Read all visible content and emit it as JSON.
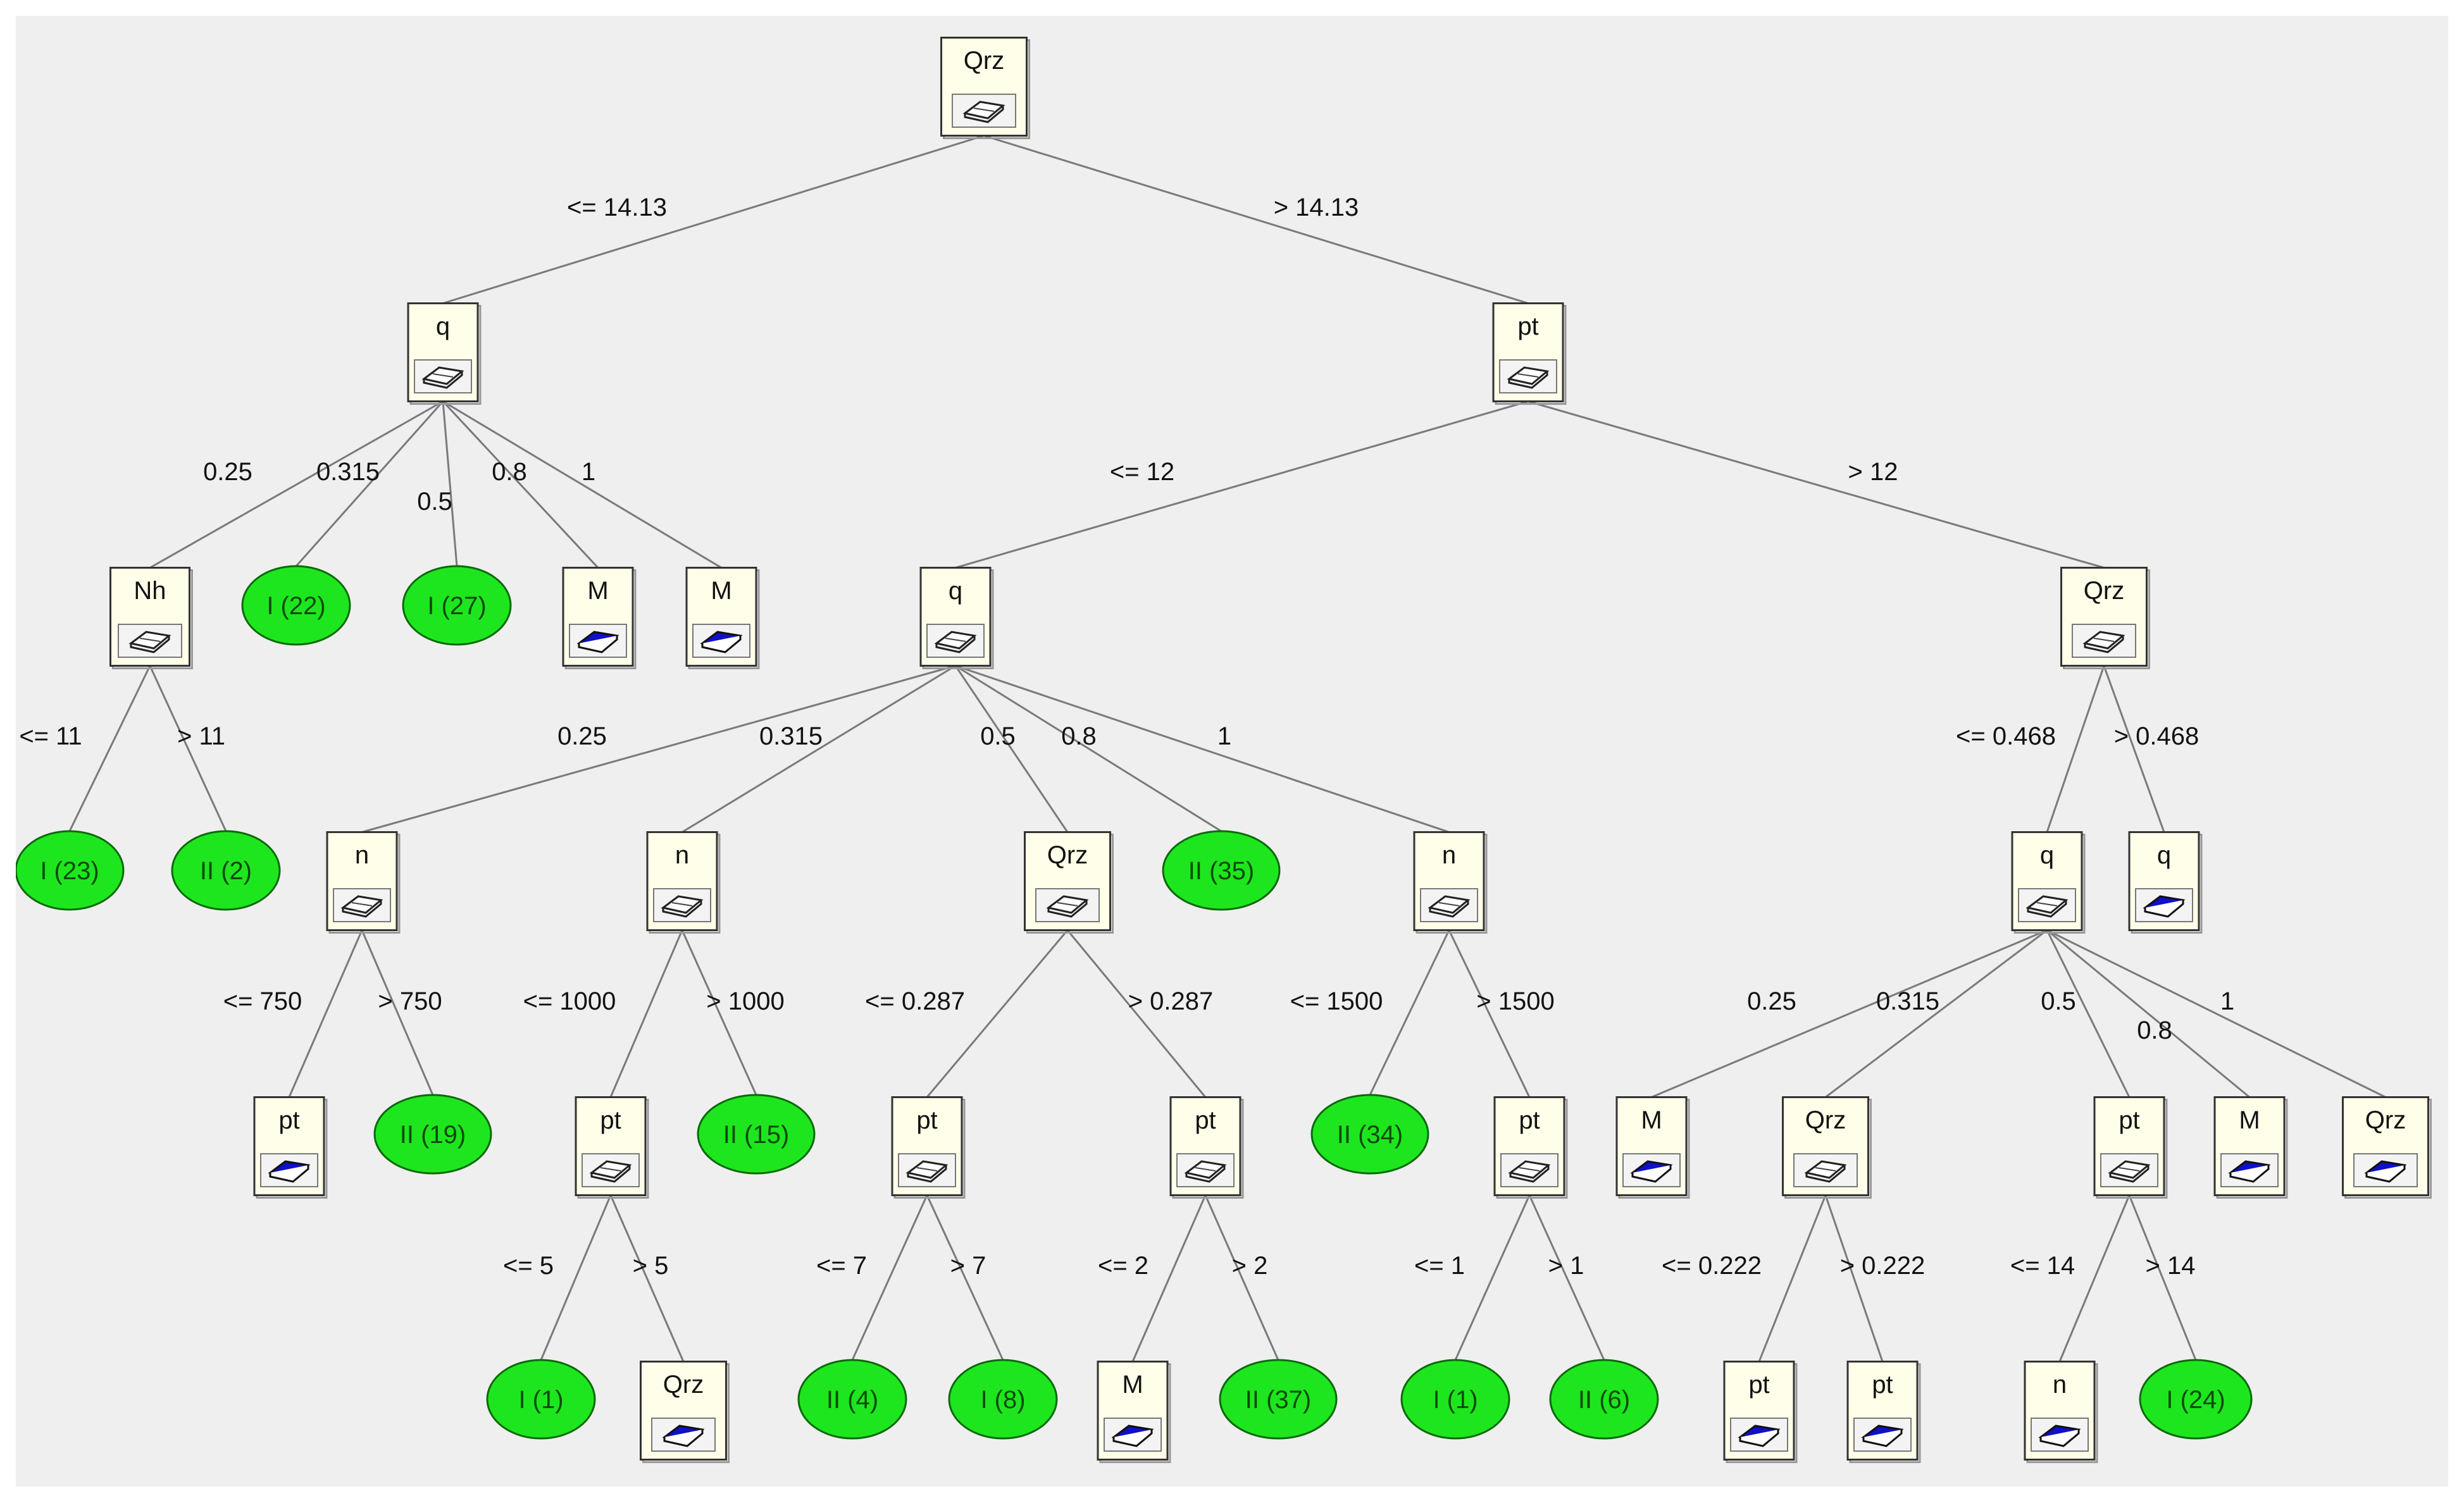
{
  "nodes": [
    {
      "id": "n0",
      "type": "split",
      "label": "Qrz",
      "icon": "open-book-icon"
    },
    {
      "id": "n1",
      "type": "split",
      "label": "q",
      "icon": "open-book-icon"
    },
    {
      "id": "n2",
      "type": "split",
      "label": "pt",
      "icon": "open-book-icon"
    },
    {
      "id": "n3",
      "type": "split",
      "label": "Nh",
      "icon": "open-book-icon"
    },
    {
      "id": "n4",
      "type": "leaf",
      "label": "I (22)"
    },
    {
      "id": "n5",
      "type": "leaf",
      "label": "I (27)"
    },
    {
      "id": "n6",
      "type": "split",
      "label": "M",
      "icon": "blue-book-icon"
    },
    {
      "id": "n7",
      "type": "split",
      "label": "M",
      "icon": "blue-book-icon"
    },
    {
      "id": "n8",
      "type": "split",
      "label": "q",
      "icon": "open-book-icon"
    },
    {
      "id": "n9",
      "type": "split",
      "label": "Qrz",
      "icon": "open-book-icon"
    },
    {
      "id": "n10",
      "type": "leaf",
      "label": "I (23)"
    },
    {
      "id": "n11",
      "type": "leaf",
      "label": "II (2)"
    },
    {
      "id": "n12",
      "type": "split",
      "label": "n",
      "icon": "open-book-icon"
    },
    {
      "id": "n13",
      "type": "split",
      "label": "n",
      "icon": "open-book-icon"
    },
    {
      "id": "n14",
      "type": "split",
      "label": "Qrz",
      "icon": "open-book-icon"
    },
    {
      "id": "n15",
      "type": "leaf",
      "label": "II (35)"
    },
    {
      "id": "n16",
      "type": "split",
      "label": "n",
      "icon": "open-book-icon"
    },
    {
      "id": "n17",
      "type": "split",
      "label": "q",
      "icon": "open-book-icon"
    },
    {
      "id": "n18",
      "type": "split",
      "label": "q",
      "icon": "blue-book-icon"
    },
    {
      "id": "n19",
      "type": "split",
      "label": "pt",
      "icon": "blue-book-icon"
    },
    {
      "id": "n20",
      "type": "leaf",
      "label": "II (19)"
    },
    {
      "id": "n21",
      "type": "split",
      "label": "pt",
      "icon": "open-book-icon"
    },
    {
      "id": "n22",
      "type": "leaf",
      "label": "II (15)"
    },
    {
      "id": "n23",
      "type": "split",
      "label": "pt",
      "icon": "open-book-icon"
    },
    {
      "id": "n24",
      "type": "split",
      "label": "pt",
      "icon": "open-book-icon"
    },
    {
      "id": "n25",
      "type": "leaf",
      "label": "II (34)"
    },
    {
      "id": "n26",
      "type": "split",
      "label": "pt",
      "icon": "open-book-icon"
    },
    {
      "id": "n27",
      "type": "split",
      "label": "M",
      "icon": "blue-book-icon"
    },
    {
      "id": "n28",
      "type": "split",
      "label": "Qrz",
      "icon": "open-book-icon"
    },
    {
      "id": "n29",
      "type": "split",
      "label": "pt",
      "icon": "open-book-icon"
    },
    {
      "id": "n30",
      "type": "split",
      "label": "M",
      "icon": "blue-book-icon"
    },
    {
      "id": "n31",
      "type": "split",
      "label": "Qrz",
      "icon": "blue-book-icon"
    },
    {
      "id": "n32",
      "type": "leaf",
      "label": "I (1)"
    },
    {
      "id": "n33",
      "type": "split",
      "label": "Qrz",
      "icon": "blue-book-icon"
    },
    {
      "id": "n34",
      "type": "leaf",
      "label": "II (4)"
    },
    {
      "id": "n35",
      "type": "leaf",
      "label": "I (8)"
    },
    {
      "id": "n36",
      "type": "split",
      "label": "M",
      "icon": "blue-book-icon"
    },
    {
      "id": "n37",
      "type": "leaf",
      "label": "II (37)"
    },
    {
      "id": "n38",
      "type": "leaf",
      "label": "I (1)"
    },
    {
      "id": "n39",
      "type": "leaf",
      "label": "II (6)"
    },
    {
      "id": "n40",
      "type": "split",
      "label": "pt",
      "icon": "blue-book-icon"
    },
    {
      "id": "n41",
      "type": "split",
      "label": "pt",
      "icon": "blue-book-icon"
    },
    {
      "id": "n42",
      "type": "split",
      "label": "n",
      "icon": "blue-book-icon"
    },
    {
      "id": "n43",
      "type": "leaf",
      "label": "I (24)"
    }
  ],
  "edges": [
    {
      "from": "n0",
      "to": "n1",
      "label": "<= 14.13"
    },
    {
      "from": "n0",
      "to": "n2",
      "label": "> 14.13"
    },
    {
      "from": "n1",
      "to": "n3",
      "label": "0.25"
    },
    {
      "from": "n1",
      "to": "n4",
      "label": "0.315"
    },
    {
      "from": "n1",
      "to": "n5",
      "label": "0.5"
    },
    {
      "from": "n1",
      "to": "n6",
      "label": "0.8"
    },
    {
      "from": "n1",
      "to": "n7",
      "label": "1"
    },
    {
      "from": "n2",
      "to": "n8",
      "label": "<= 12"
    },
    {
      "from": "n2",
      "to": "n9",
      "label": "> 12"
    },
    {
      "from": "n3",
      "to": "n10",
      "label": "<= 11"
    },
    {
      "from": "n3",
      "to": "n11",
      "label": "> 11"
    },
    {
      "from": "n8",
      "to": "n12",
      "label": "0.25"
    },
    {
      "from": "n8",
      "to": "n13",
      "label": "0.315"
    },
    {
      "from": "n8",
      "to": "n14",
      "label": "0.5"
    },
    {
      "from": "n8",
      "to": "n15",
      "label": "0.8"
    },
    {
      "from": "n8",
      "to": "n16",
      "label": "1"
    },
    {
      "from": "n9",
      "to": "n17",
      "label": "<= 0.468"
    },
    {
      "from": "n9",
      "to": "n18",
      "label": "> 0.468"
    },
    {
      "from": "n12",
      "to": "n19",
      "label": "<= 750"
    },
    {
      "from": "n12",
      "to": "n20",
      "label": "> 750"
    },
    {
      "from": "n13",
      "to": "n21",
      "label": "<= 1000"
    },
    {
      "from": "n13",
      "to": "n22",
      "label": "> 1000"
    },
    {
      "from": "n14",
      "to": "n23",
      "label": "<= 0.287"
    },
    {
      "from": "n14",
      "to": "n24",
      "label": "> 0.287"
    },
    {
      "from": "n16",
      "to": "n25",
      "label": "<= 1500"
    },
    {
      "from": "n16",
      "to": "n26",
      "label": "> 1500"
    },
    {
      "from": "n17",
      "to": "n27",
      "label": "0.25"
    },
    {
      "from": "n17",
      "to": "n28",
      "label": "0.315"
    },
    {
      "from": "n17",
      "to": "n29",
      "label": "0.5"
    },
    {
      "from": "n17",
      "to": "n30",
      "label": "0.8"
    },
    {
      "from": "n17",
      "to": "n31",
      "label": "1"
    },
    {
      "from": "n21",
      "to": "n32",
      "label": "<= 5"
    },
    {
      "from": "n21",
      "to": "n33",
      "label": "> 5"
    },
    {
      "from": "n23",
      "to": "n34",
      "label": "<= 7"
    },
    {
      "from": "n23",
      "to": "n35",
      "label": "> 7"
    },
    {
      "from": "n24",
      "to": "n36",
      "label": "<= 2"
    },
    {
      "from": "n24",
      "to": "n37",
      "label": "> 2"
    },
    {
      "from": "n26",
      "to": "n38",
      "label": "<= 1"
    },
    {
      "from": "n26",
      "to": "n39",
      "label": "> 1"
    },
    {
      "from": "n28",
      "to": "n40",
      "label": "<= 0.222"
    },
    {
      "from": "n28",
      "to": "n41",
      "label": "> 0.222"
    },
    {
      "from": "n29",
      "to": "n42",
      "label": "<= 14"
    },
    {
      "from": "n29",
      "to": "n43",
      "label": "> 14"
    }
  ],
  "colors": {
    "panel_background": "#efefef",
    "node_fill": "#fffee8",
    "leaf_fill": "#1ee61e",
    "edge_stroke": "#7a7a7a",
    "blue_book": "#1010c8"
  }
}
